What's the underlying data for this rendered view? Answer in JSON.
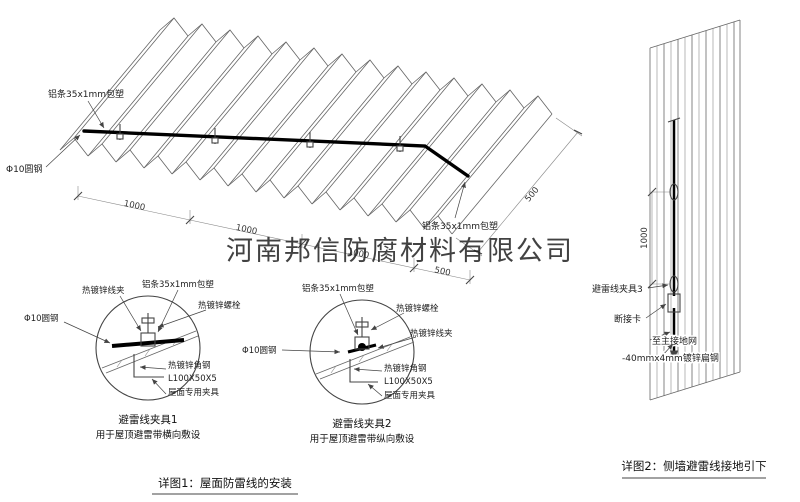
{
  "company_watermark": "河南邦信防腐材料有限公司",
  "main_view": {
    "label_strip_top": "铝条35x1mm包塑",
    "label_round_steel": "Φ10圆钢",
    "label_strip_right": "铝条35x1mm包塑",
    "dims_bottom": [
      "1000",
      "1000",
      "1000",
      "500"
    ],
    "dim_right": "500"
  },
  "detail1": {
    "labels": {
      "wire_clamp": "热镀锌线夹",
      "al_strip": "铝条35x1mm包塑",
      "bolt": "热镀锌螺栓",
      "round_steel": "Φ10圆钢",
      "angle_steel": "热镀锌角钢",
      "angle_spec": "L100X50X5",
      "roof_fixture": "屋面专用夹具"
    },
    "title": "避雷线夹具1",
    "subtitle": "用于屋顶避雷带横向敷设"
  },
  "detail2": {
    "labels": {
      "al_strip": "铝条35x1mm包塑",
      "bolt": "热镀锌螺栓",
      "wire_clamp": "热镀锌线夹",
      "round_steel": "Φ10圆钢",
      "angle_steel": "热镀锌角钢",
      "angle_spec": "L100X50X5",
      "roof_fixture": "屋面专用夹具"
    },
    "title": "避雷线夹具2",
    "subtitle": "用于屋顶避雷带纵向敷设"
  },
  "wall_view": {
    "dim_height": "1000",
    "label_clamp3": "避雷线夹具3",
    "label_disconnect": "断接卡",
    "label_to_ground": "至主接地网",
    "label_flat_steel": "-40mmx4mm镀锌扁钢"
  },
  "captions": {
    "detail1": "详图1：屋面防雷线的安装",
    "detail2": "详图2：侧墙避雷线接地引下"
  },
  "colors": {
    "line": "#555555",
    "wire": "#000000",
    "red_label": "#cc1111",
    "watermark": "#8e8e8e"
  }
}
